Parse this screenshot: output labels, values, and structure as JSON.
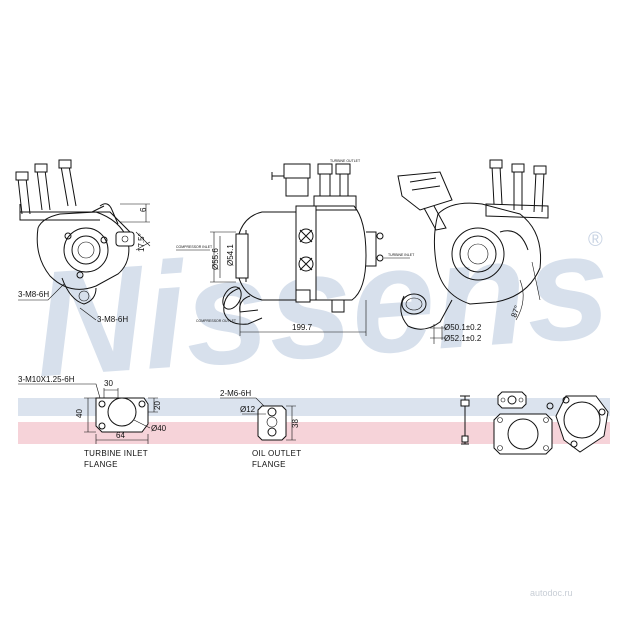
{
  "brand": {
    "watermark": "Nissens",
    "registered_mark": "®",
    "band_color_blue": "#dbe3ee",
    "band_color_red": "#f6d3d9",
    "watermark_color": "#d7e0ec"
  },
  "top_views": {
    "left_view": {
      "labels": [
        "3-M8-6H",
        "3-M8-6H"
      ],
      "dimensions": [
        "6",
        "17.5°"
      ]
    },
    "center_view": {
      "compressor_inlet": "COMPRESSOR INLET",
      "compressor_outlet": "COMPRESSOR OUTLET",
      "turbine_outlet": "TURBINE OUTLET",
      "turbine_inlet": "TURBINE INLET",
      "dia_outer": "Ø55.6",
      "dia_inner": "Ø54.1",
      "length": "199.7"
    },
    "right_view": {
      "angle": "87°",
      "dia_1": "Ø50.1±0.2",
      "dia_2": "Ø52.1±0.2"
    }
  },
  "turbine_inlet_flange": {
    "thread": "3-M10X1.25-6H",
    "dims": [
      "30",
      "40",
      "20",
      "64",
      "Ø40"
    ],
    "caption_line1": "TURBINE INLET",
    "caption_line2": "FLANGE"
  },
  "oil_outlet_flange": {
    "thread": "2-M6-6H",
    "dims": [
      "Ø12",
      "38"
    ],
    "caption_line1": "OIL OUTLET",
    "caption_line2": "FLANGE"
  },
  "footer": {
    "watermark": "autodoc.ru"
  }
}
